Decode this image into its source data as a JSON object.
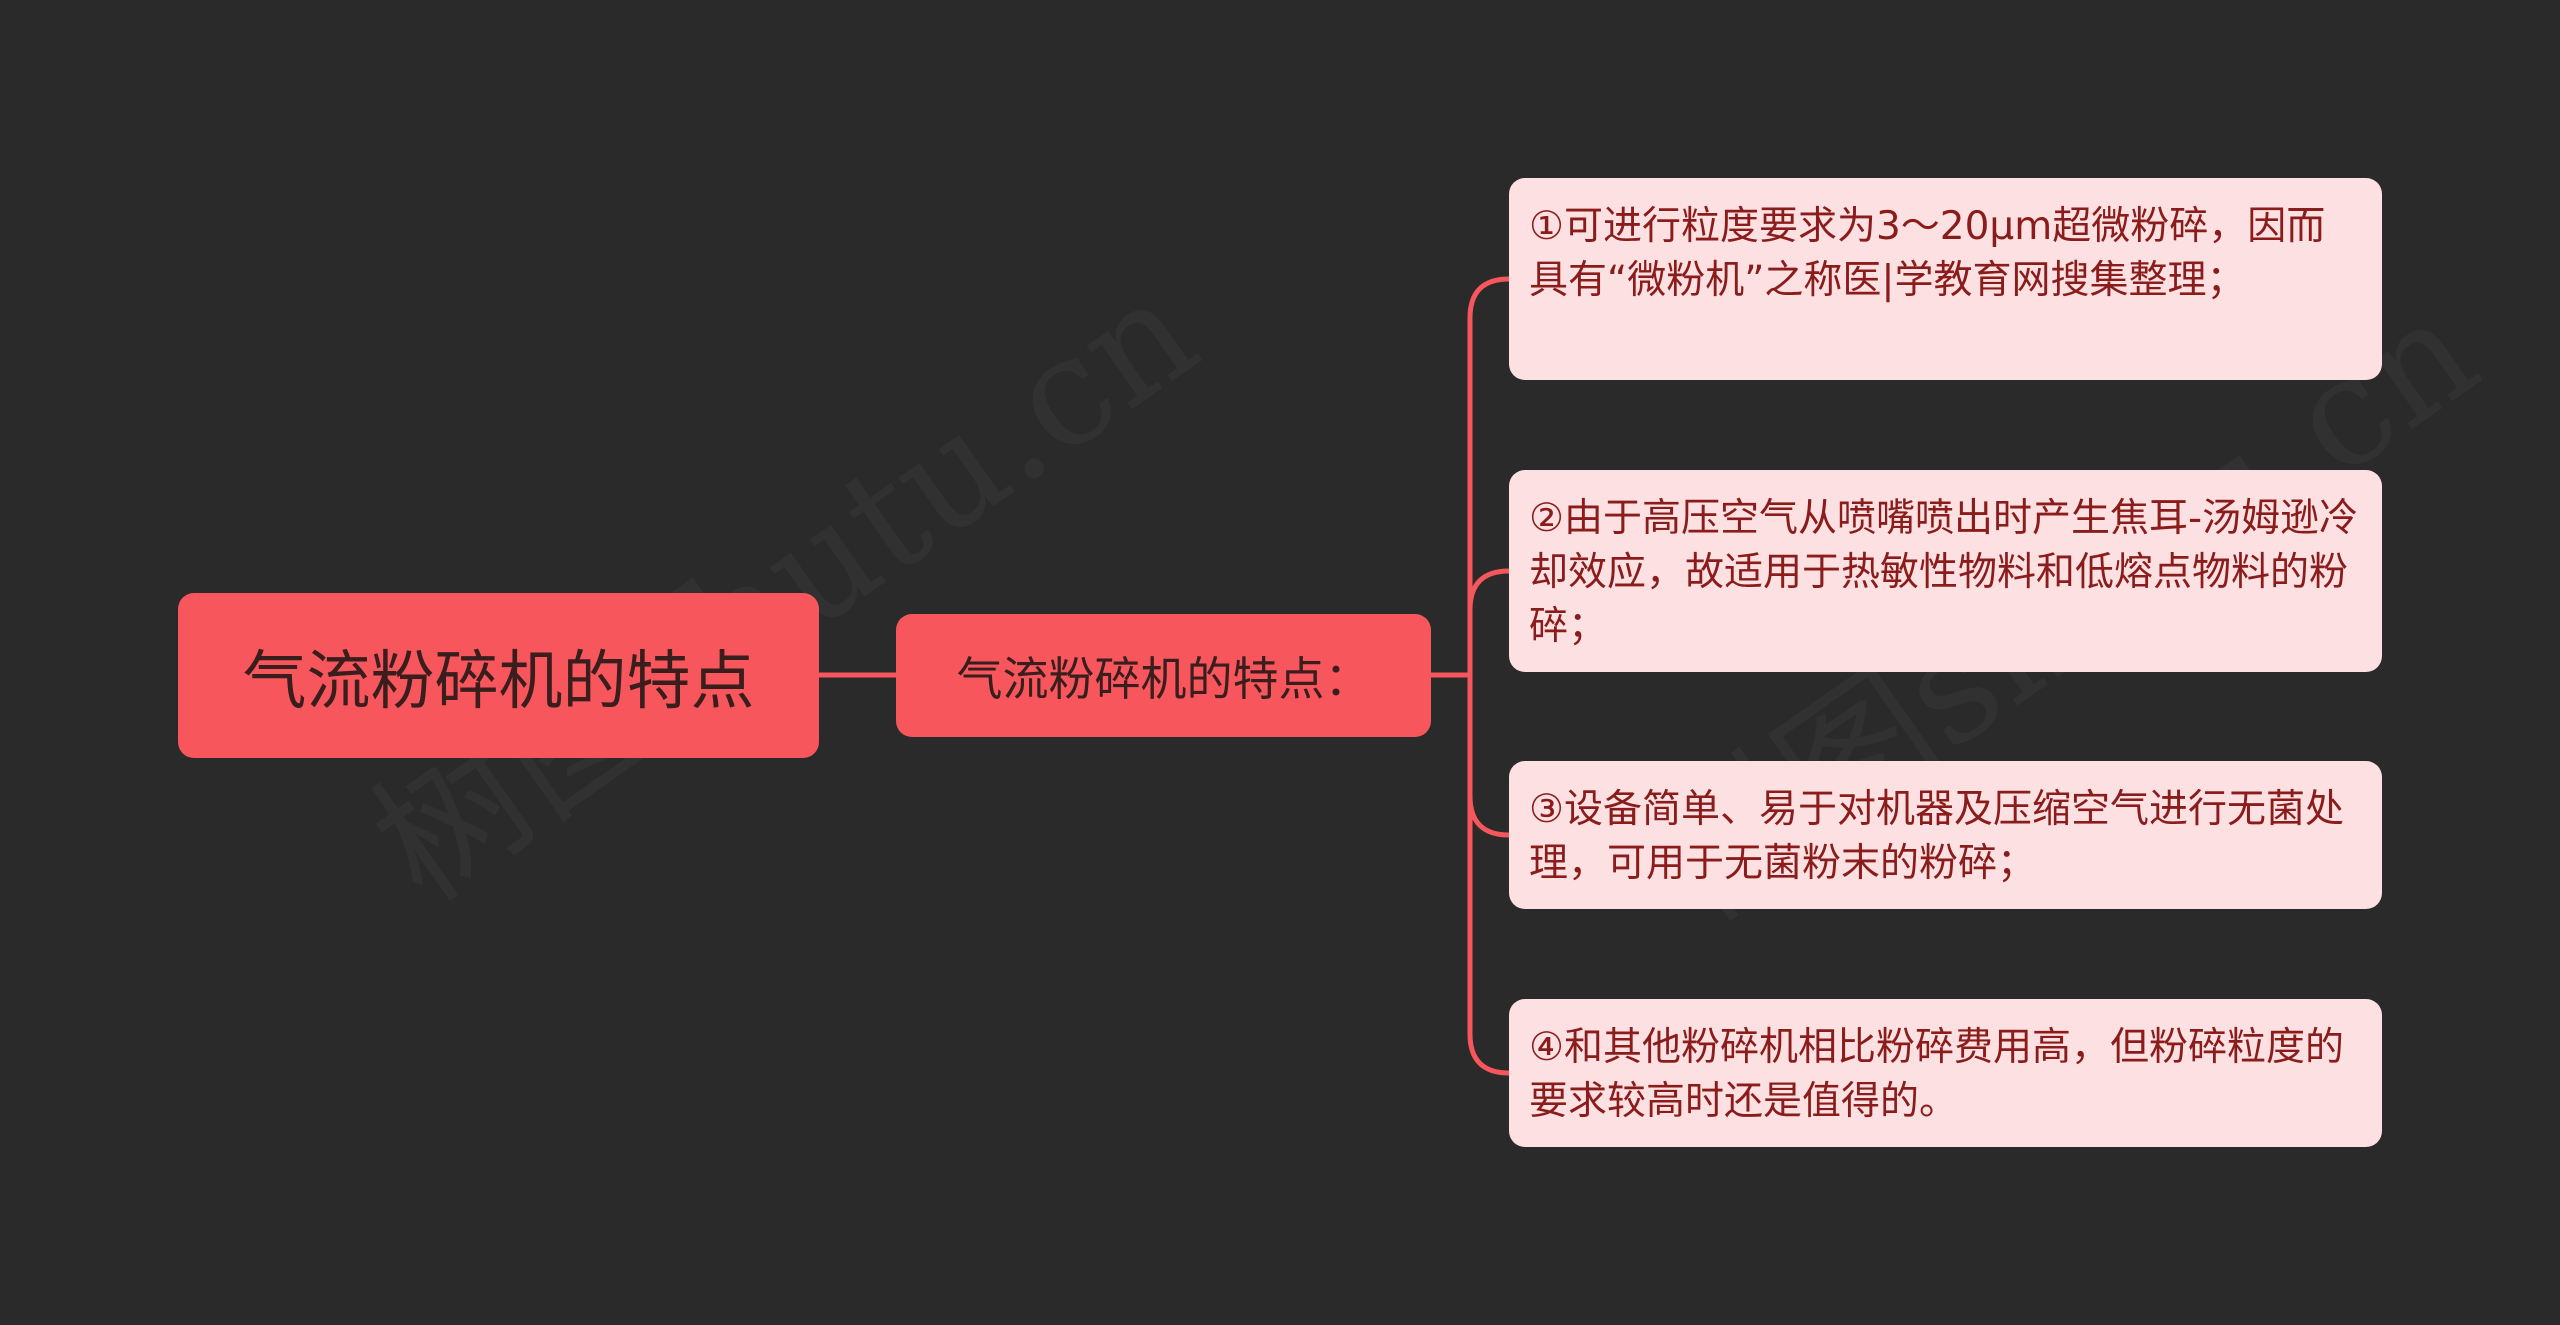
{
  "mindmap": {
    "root_label": "气流粉碎机的特点",
    "sub_label": "气流粉碎机的特点：",
    "leaves": [
      {
        "text": "①可进行粒度要求为3～20μm超微粉碎，因而具有“微粉机”之称医|学教育网搜集整理；"
      },
      {
        "text": "②由于高压空气从喷嘴喷出时产生焦耳-汤姆逊冷却效应，故适用于热敏性物料和低熔点物料的粉碎；"
      },
      {
        "text": "③设备简单、易于对机器及压缩空气进行无菌处理，可用于无菌粉末的粉碎；"
      },
      {
        "text": "④和其他粉碎机相比粉碎费用高，但粉碎粒度的要求较高时还是值得的。"
      }
    ],
    "colors": {
      "background": "#2a2a2a",
      "node_fill": "#f7575c",
      "leaf_fill": "#fde0e1",
      "connector": "#f7575c",
      "leaf_text": "#8a1c1c"
    }
  },
  "watermark": {
    "text": "树图shutu.cn"
  }
}
